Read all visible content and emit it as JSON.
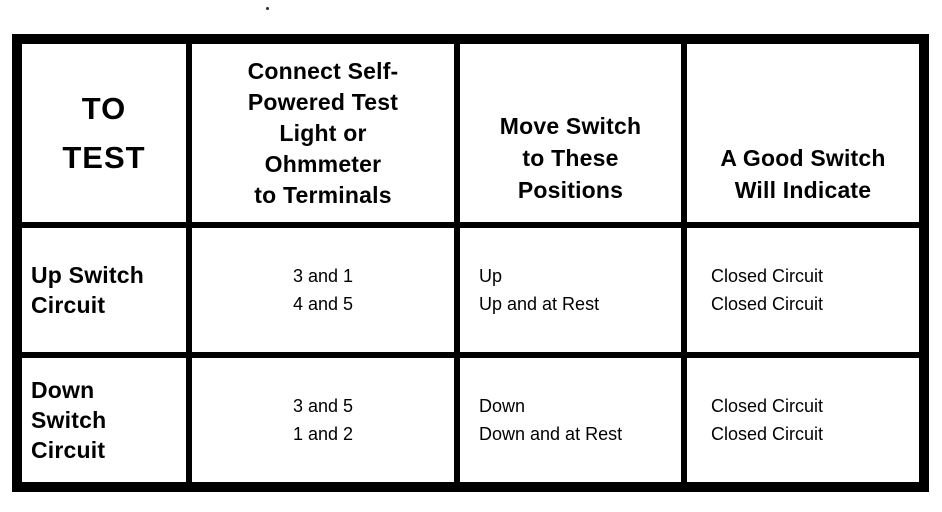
{
  "table": {
    "headers": [
      {
        "id": "to-test",
        "lines": [
          "TO",
          "TEST"
        ]
      },
      {
        "id": "terminals",
        "lines": [
          "Connect Self-",
          "Powered Test",
          "Light or",
          "Ohmmeter",
          "to Terminals"
        ]
      },
      {
        "id": "positions",
        "lines": [
          "Move Switch",
          "to These",
          "Positions"
        ]
      },
      {
        "id": "indicate",
        "lines": [
          "A Good Switch",
          "Will Indicate"
        ]
      }
    ],
    "rows": [
      {
        "label_lines": [
          "Up Switch",
          "Circuit"
        ],
        "terminals": [
          "3 and 1",
          "4 and 5"
        ],
        "positions": [
          "Up",
          "Up and at Rest"
        ],
        "indications": [
          "Closed Circuit",
          "Closed Circuit"
        ]
      },
      {
        "label_lines": [
          "Down",
          "Switch",
          "Circuit"
        ],
        "terminals": [
          "3 and 5",
          "1 and 2"
        ],
        "positions": [
          "Down",
          "Down and at Rest"
        ],
        "indications": [
          "Closed Circuit",
          "Closed Circuit"
        ]
      }
    ]
  },
  "colors": {
    "ink": "#000000",
    "paper": "#ffffff"
  }
}
